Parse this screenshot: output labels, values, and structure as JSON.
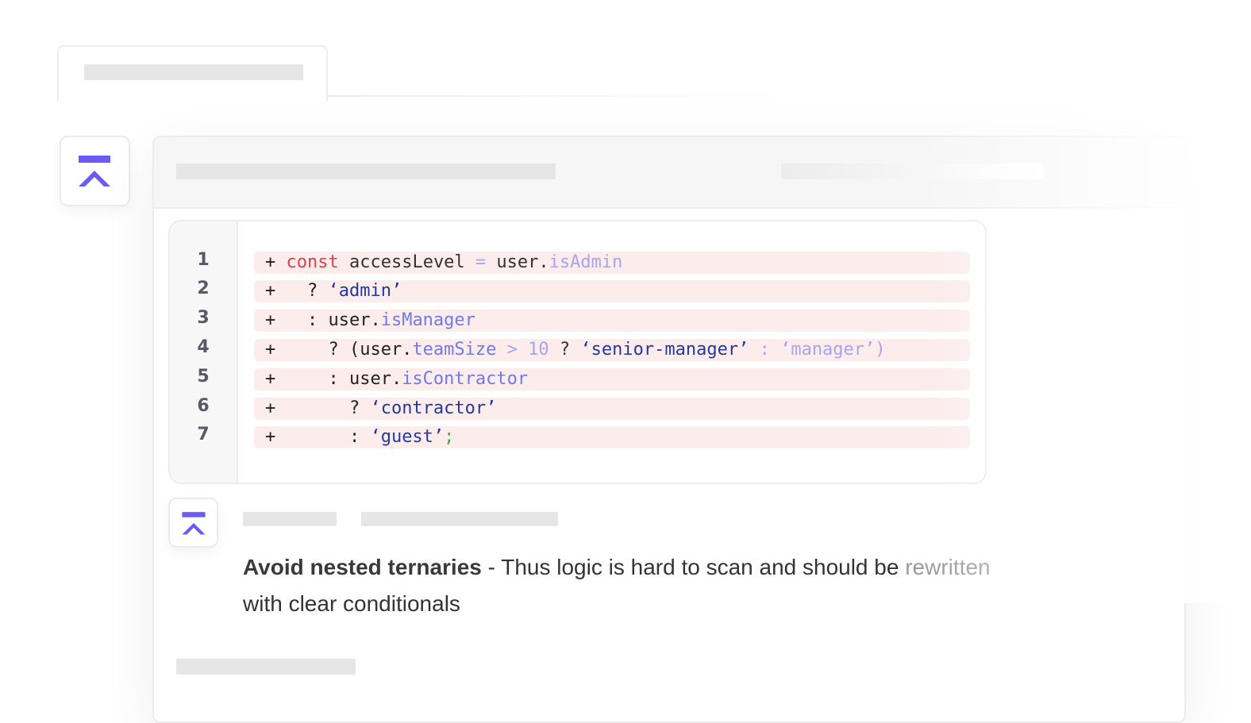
{
  "code": {
    "lines": [
      {
        "num": "1",
        "indent": "",
        "tokens": [
          {
            "t": "+ ",
            "c": "plus"
          },
          {
            "t": "const",
            "c": "kw"
          },
          {
            "t": " accessLevel ",
            "c": ""
          },
          {
            "t": "=",
            "c": "op"
          },
          {
            "t": " user.",
            "c": ""
          },
          {
            "t": "isAdmin",
            "c": "op"
          }
        ]
      },
      {
        "num": "2",
        "tokens": [
          {
            "t": "+   ? ",
            "c": "plus"
          },
          {
            "t": "‘admin’",
            "c": "str"
          }
        ]
      },
      {
        "num": "3",
        "tokens": [
          {
            "t": "+   : user.",
            "c": "plus"
          },
          {
            "t": "isManager",
            "c": "prop"
          }
        ]
      },
      {
        "num": "4",
        "tokens": [
          {
            "t": "+     ? (user.",
            "c": "plus"
          },
          {
            "t": "teamSize",
            "c": "prop"
          },
          {
            "t": " > ",
            "c": "op"
          },
          {
            "t": "10",
            "c": "op"
          },
          {
            "t": " ? ",
            "c": ""
          },
          {
            "t": "‘senior-manager’",
            "c": "str"
          },
          {
            "t": " : ",
            "c": "op"
          },
          {
            "t": "‘manager’)",
            "c": "op"
          }
        ]
      },
      {
        "num": "5",
        "tokens": [
          {
            "t": "+     : user.",
            "c": "plus"
          },
          {
            "t": "isContractor",
            "c": "prop"
          }
        ]
      },
      {
        "num": "6",
        "tokens": [
          {
            "t": "+       ? ",
            "c": "plus"
          },
          {
            "t": "‘contractor’",
            "c": "str"
          }
        ]
      },
      {
        "num": "7",
        "tokens": [
          {
            "t": "+       : ",
            "c": "plus"
          },
          {
            "t": "‘guest’",
            "c": "str"
          },
          {
            "t": ";",
            "c": "semi"
          }
        ]
      }
    ]
  },
  "review": {
    "title": "Avoid nested ternaries",
    "separator": " - ",
    "body_part1": "Thus logic is hard to scan and should be",
    "body_part2": " rewritten",
    "body_part3": "with clear conditionals"
  },
  "colors": {
    "brand": "#6a5cf2",
    "diff_added_bg": "#fcecec",
    "keyword": "#e0424b",
    "string": "#24399b",
    "property": "#6f7be8"
  },
  "icons": {
    "logo": "brand-chevron-logo"
  }
}
